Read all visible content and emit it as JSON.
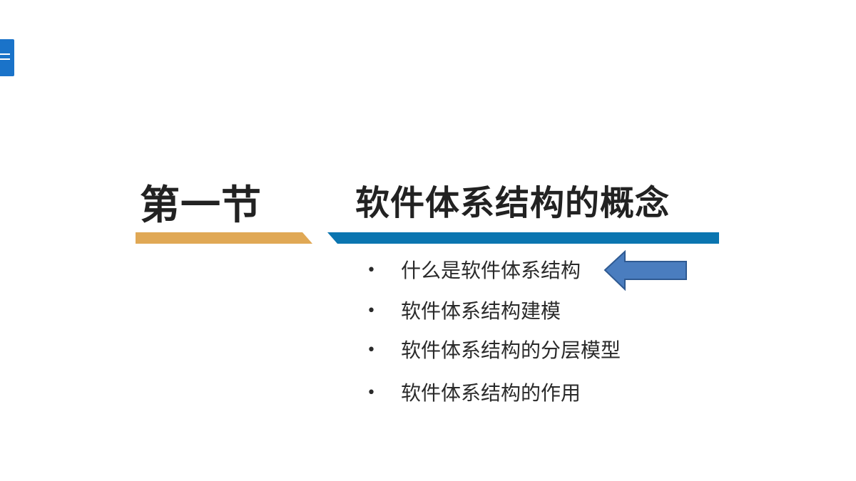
{
  "sidebar": {
    "menu_icon": "hamburger-icon",
    "accent_color": "#1a73c9"
  },
  "slide": {
    "section_title": "第一节",
    "chapter_title": "软件体系结构的概念",
    "colors": {
      "orange_bar": "#e0a855",
      "blue_bar": "#0b75b0",
      "arrow_fill": "#4a7dbf",
      "arrow_stroke": "#2f5a92"
    },
    "bullets": [
      {
        "marker": "•",
        "text": "什么是软件体系结构"
      },
      {
        "marker": "•",
        "text": "软件体系结构建模"
      },
      {
        "marker": "•",
        "text": "软件体系结构的分层模型"
      },
      {
        "marker": "•",
        "text": "软件体系结构的作用"
      }
    ],
    "current_item_indicator": "left-arrow-icon"
  }
}
